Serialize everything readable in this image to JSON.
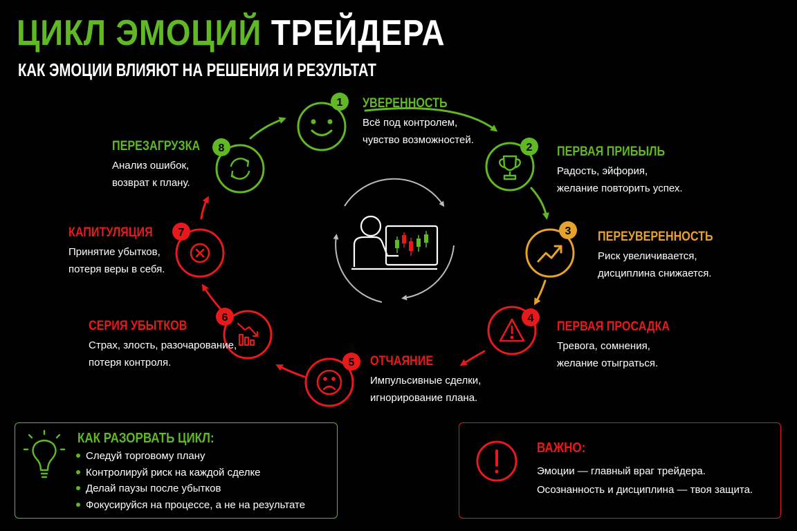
{
  "header": {
    "title_green": "ЦИКЛ ЭМОЦИЙ",
    "title_white": "ТРЕЙДЕРА",
    "subtitle": "КАК ЭМОЦИИ ВЛИЯЮТ НА РЕШЕНИЯ И РЕЗУЛЬТАТ"
  },
  "colors": {
    "green": "#5fb824",
    "red": "#e8191b",
    "orange": "#e6a22b",
    "gray": "#cccccc"
  },
  "stages": [
    {
      "number": "1",
      "title": "УВЕРЕННОСТЬ",
      "desc1": "Всё под контролем,",
      "desc2": "чувство возможностей.",
      "icon": "smile-icon",
      "color": "green"
    },
    {
      "number": "2",
      "title": "ПЕРВАЯ ПРИБЫЛЬ",
      "desc1": "Радость, эйфория,",
      "desc2": "желание повторить успех.",
      "icon": "trophy-icon",
      "color": "green"
    },
    {
      "number": "3",
      "title": "ПЕРЕУВЕРЕННОСТЬ",
      "desc1": "Риск увеличивается,",
      "desc2": "дисциплина снижается.",
      "icon": "trend-up-icon",
      "color": "orange"
    },
    {
      "number": "4",
      "title": "ПЕРВАЯ ПРОСАДКА",
      "desc1": "Тревога, сомнения,",
      "desc2": "желание отыграться.",
      "icon": "warning-icon",
      "color": "red"
    },
    {
      "number": "5",
      "title": "ОТЧАЯНИЕ",
      "desc1": "Импульсивные сделки,",
      "desc2": "игнорирование плана.",
      "icon": "sad-face-icon",
      "color": "red"
    },
    {
      "number": "6",
      "title": "СЕРИЯ УБЫТКОВ",
      "desc1": "Страх, злость, разочарование,",
      "desc2": "потеря контроля.",
      "icon": "chart-down-icon",
      "color": "red"
    },
    {
      "number": "7",
      "title": "КАПИТУЛЯЦИЯ",
      "desc1": "Принятие убытков,",
      "desc2": "потеря веры в себя.",
      "icon": "x-circle-icon",
      "color": "red"
    },
    {
      "number": "8",
      "title": "ПЕРЕЗАГРУЗКА",
      "desc1": "Анализ ошибок,",
      "desc2": "возврат к плану.",
      "icon": "refresh-icon",
      "color": "green"
    }
  ],
  "center_icon": "trader-at-monitor-icon",
  "tips": {
    "title": "КАК РАЗОРВАТЬ ЦИКЛ:",
    "icon": "lightbulb-icon",
    "items": [
      "Следуй торговому плану",
      "Контролируй риск на каждой сделке",
      "Делай паузы после убытков",
      "Фокусируйся на процессе, а не на результате"
    ]
  },
  "important": {
    "title": "ВАЖНО:",
    "icon": "exclamation-icon",
    "line1": "Эмоции — главный враг трейдера.",
    "line2": "Осознанность и дисциплина — твоя защита."
  }
}
